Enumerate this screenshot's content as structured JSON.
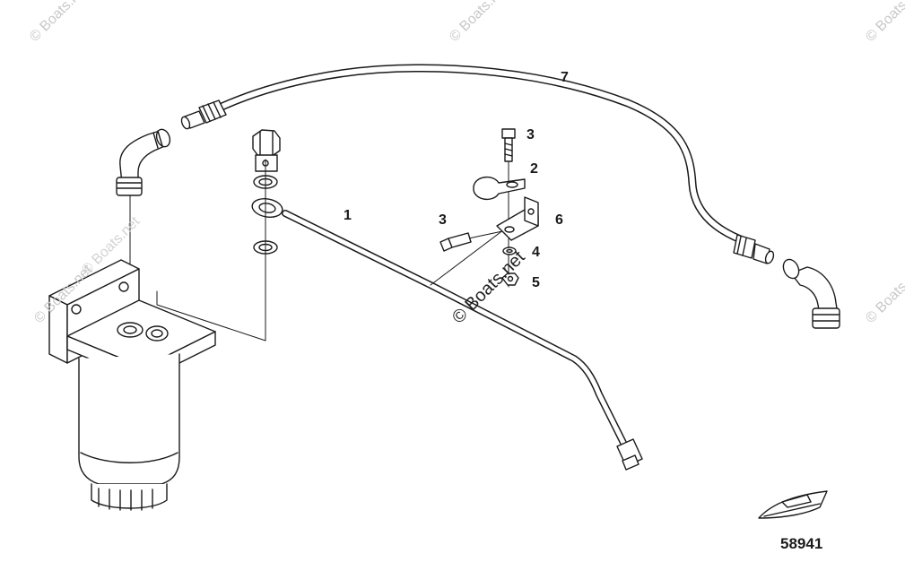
{
  "callouts": {
    "c1": "1",
    "c2": "2",
    "c3a": "3",
    "c3b": "3",
    "c4": "4",
    "c5": "5",
    "c6": "6",
    "c7": "7"
  },
  "diagram_number": "58941",
  "watermark": {
    "corner": "© Boats.net",
    "center": "© Boats.net"
  },
  "icons": {
    "boat": "boat-icon"
  },
  "colors": {
    "line": "#1a1a1a",
    "watermark": "#c8c8c8"
  }
}
